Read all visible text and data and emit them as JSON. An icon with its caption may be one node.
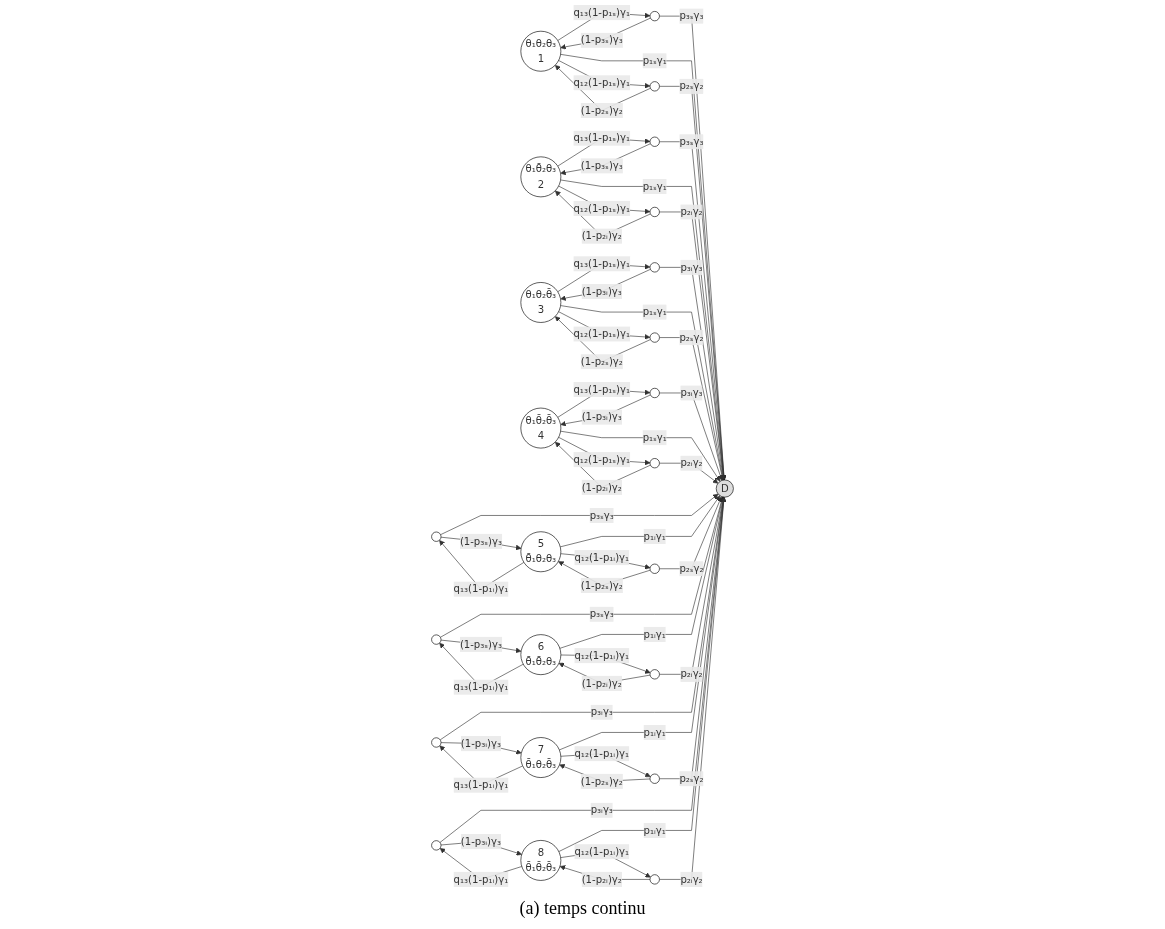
{
  "diagram": {
    "caption": "(a) temps continu",
    "nodes": [
      {
        "text": [
          "θ₁θ₂θ₃",
          "1"
        ]
      },
      {
        "text": [],
        "shape": "circle"
      },
      {
        "text": [],
        "shape": "circle"
      },
      {
        "text": [
          "θ₁θ̄₂θ₃",
          "2"
        ]
      },
      {
        "text": [],
        "shape": "circle"
      },
      {
        "text": [],
        "shape": "circle"
      },
      {
        "text": [
          "θ₁θ₂θ̄₃",
          "3"
        ]
      },
      {
        "text": [],
        "shape": "circle"
      },
      {
        "text": [],
        "shape": "circle"
      },
      {
        "text": [
          "θ₁θ̄₂θ̄₃",
          "4"
        ]
      },
      {
        "text": [],
        "shape": "circle"
      },
      {
        "text": [],
        "shape": "circle"
      },
      {
        "text": [
          "D"
        ]
      },
      {
        "text": [],
        "shape": "circle"
      },
      {
        "text": [],
        "shape": "circle"
      },
      {
        "text": [
          "5",
          "θ̄₁θ₂θ₃"
        ]
      },
      {
        "text": [],
        "shape": "circle"
      },
      {
        "text": [],
        "shape": "circle"
      },
      {
        "text": [
          "6",
          "θ̄₁θ̄₂θ₃"
        ]
      },
      {
        "text": [],
        "shape": "circle"
      },
      {
        "text": [],
        "shape": "circle"
      },
      {
        "text": [
          "7",
          "θ̄₁θ₂θ̄₃"
        ]
      },
      {
        "text": [],
        "shape": "circle"
      },
      {
        "text": [],
        "shape": "circle"
      },
      {
        "text": [
          "8",
          "θ̄₁θ̄₂θ̄₃"
        ]
      }
    ],
    "edges": [
      {
        "from": 0,
        "to": 1,
        "arrow": "to",
        "label": "q₁₃(1-p₁ₛ)γ₁"
      },
      {
        "from": 1,
        "to": 0,
        "arrow": "to",
        "label": "(1-p₃ₛ)γ₃"
      },
      {
        "from": 0,
        "to": 2,
        "arrow": "to",
        "label": "q₁₂(1-p₁ₛ)γ₁"
      },
      {
        "from": 2,
        "to": 0,
        "arrow": "to",
        "label": "(1-p₂ₛ)γ₂"
      },
      {
        "from": 1,
        "to": 12,
        "arrow": "to",
        "label": "p₃ₛγ₃"
      },
      {
        "from": 0,
        "to": 12,
        "arrow": "to",
        "label": "p₁ₛγ₁"
      },
      {
        "from": 2,
        "to": 12,
        "arrow": "to",
        "label": "p₂ₛγ₂"
      },
      {
        "from": 3,
        "to": 4,
        "arrow": "to",
        "label": "q₁₃(1-p₁ₛ)γ₁"
      },
      {
        "from": 4,
        "to": 3,
        "arrow": "to",
        "label": "(1-p₃ₛ)γ₃"
      },
      {
        "from": 3,
        "to": 5,
        "arrow": "to",
        "label": "q₁₂(1-p₁ₛ)γ₁"
      },
      {
        "from": 5,
        "to": 3,
        "arrow": "to",
        "label": "(1-p₂ᵢ)γ₂"
      },
      {
        "from": 4,
        "to": 12,
        "arrow": "to",
        "label": "p₃ₛγ₃"
      },
      {
        "from": 3,
        "to": 12,
        "arrow": "to",
        "label": "p₁ₛγ₁"
      },
      {
        "from": 5,
        "to": 12,
        "arrow": "to",
        "label": "p₂ᵢγ₂"
      },
      {
        "from": 6,
        "to": 7,
        "arrow": "to",
        "label": "q₁₃(1-p₁ₛ)γ₁"
      },
      {
        "from": 7,
        "to": 6,
        "arrow": "to",
        "label": "(1-p₃ᵢ)γ₃"
      },
      {
        "from": 6,
        "to": 8,
        "arrow": "to",
        "label": "q₁₂(1-p₁ₛ)γ₁"
      },
      {
        "from": 8,
        "to": 6,
        "arrow": "to",
        "label": "(1-p₂ₛ)γ₂"
      },
      {
        "from": 7,
        "to": 12,
        "arrow": "to",
        "label": "p₃ᵢγ₃"
      },
      {
        "from": 6,
        "to": 12,
        "arrow": "to",
        "label": "p₁ₛγ₁"
      },
      {
        "from": 8,
        "to": 12,
        "arrow": "to",
        "label": "p₂ₛγ₂"
      },
      {
        "from": 9,
        "to": 10,
        "arrow": "to",
        "label": "q₁₃(1-p₁ₛ)γ₁"
      },
      {
        "from": 10,
        "to": 9,
        "arrow": "to",
        "label": "(1-p₃ᵢ)γ₃"
      },
      {
        "from": 9,
        "to": 11,
        "arrow": "to",
        "label": "q₁₂(1-p₁ₛ)γ₁"
      },
      {
        "from": 11,
        "to": 9,
        "arrow": "to",
        "label": "(1-p₂ᵢ)γ₂"
      },
      {
        "from": 10,
        "to": 12,
        "arrow": "to",
        "label": "p₃ᵢγ₃"
      },
      {
        "from": 9,
        "to": 12,
        "arrow": "to",
        "label": "p₁ₛγ₁"
      },
      {
        "from": 11,
        "to": 12,
        "arrow": "to",
        "label": "p₂ᵢγ₂"
      },
      {
        "from": 15,
        "to": 13,
        "arrow": "to",
        "label": "q₁₃(1-p₁ᵢ)γ₁"
      },
      {
        "from": 13,
        "to": 15,
        "arrow": "to",
        "label": "(1-p₃ₛ)γ₃"
      },
      {
        "from": 15,
        "to": 14,
        "arrow": "to",
        "label": "q₁₂(1-p₁ᵢ)γ₁"
      },
      {
        "from": 14,
        "to": 15,
        "arrow": "to",
        "label": "(1-p₂ₛ)γ₂"
      },
      {
        "from": 13,
        "to": 12,
        "arrow": "to",
        "label": "p₃ₛγ₃"
      },
      {
        "from": 15,
        "to": 12,
        "arrow": "to",
        "label": "p₁ᵢγ₁"
      },
      {
        "from": 14,
        "to": 12,
        "arrow": "to",
        "label": "p₂ₛγ₂"
      },
      {
        "from": 18,
        "to": 16,
        "arrow": "to",
        "label": "q₁₃(1-p₁ᵢ)γ₁"
      },
      {
        "from": 16,
        "to": 18,
        "arrow": "to",
        "label": "(1-p₃ₛ)γ₃"
      },
      {
        "from": 18,
        "to": 17,
        "arrow": "to",
        "label": "q₁₂(1-p₁ᵢ)γ₁"
      },
      {
        "from": 17,
        "to": 18,
        "arrow": "to",
        "label": "(1-p₂ᵢ)γ₂"
      },
      {
        "from": 16,
        "to": 12,
        "arrow": "to",
        "label": "p₃ₛγ₃"
      },
      {
        "from": 18,
        "to": 12,
        "arrow": "to",
        "label": "p₁ᵢγ₁"
      },
      {
        "from": 17,
        "to": 12,
        "arrow": "to",
        "label": "p₂ᵢγ₂"
      },
      {
        "from": 21,
        "to": 19,
        "arrow": "to",
        "label": "q₁₃(1-p₁ᵢ)γ₁"
      },
      {
        "from": 19,
        "to": 21,
        "arrow": "to",
        "label": "(1-p₃ᵢ)γ₃"
      },
      {
        "from": 21,
        "to": 20,
        "arrow": "to",
        "label": "q₁₂(1-p₁ᵢ)γ₁"
      },
      {
        "from": 20,
        "to": 21,
        "arrow": "to",
        "label": "(1-p₂ₛ)γ₂"
      },
      {
        "from": 19,
        "to": 12,
        "arrow": "to",
        "label": "p₃ᵢγ₃"
      },
      {
        "from": 21,
        "to": 12,
        "arrow": "to",
        "label": "p₁ᵢγ₁"
      },
      {
        "from": 20,
        "to": 12,
        "arrow": "to",
        "label": "p₂ₛγ₂"
      },
      {
        "from": 24,
        "to": 22,
        "arrow": "to",
        "label": "q₁₃(1-p₁ᵢ)γ₁"
      },
      {
        "from": 22,
        "to": 24,
        "arrow": "to",
        "label": "(1-p₃ᵢ)γ₃"
      },
      {
        "from": 24,
        "to": 23,
        "arrow": "to",
        "label": "q₁₂(1-p₁ᵢ)γ₁"
      },
      {
        "from": 23,
        "to": 24,
        "arrow": "to",
        "label": "(1-p₂ᵢ)γ₂"
      },
      {
        "from": 22,
        "to": 12,
        "arrow": "to",
        "label": "p₃ᵢγ₃"
      },
      {
        "from": 24,
        "to": 12,
        "arrow": "to",
        "label": "p₁ᵢγ₁"
      },
      {
        "from": 23,
        "to": 12,
        "arrow": "to",
        "label": "p₂ᵢγ₂"
      }
    ]
  }
}
